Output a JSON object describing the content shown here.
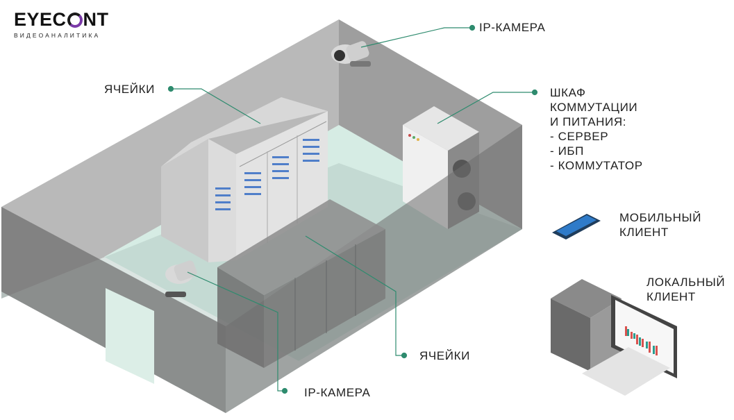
{
  "logo": {
    "brand_left": "EYEC",
    "brand_right": "NT",
    "tagline": "ВИДЕОАНАЛИТИКА",
    "accent": "#7b3aa8"
  },
  "labels": {
    "ip_camera_top": "IP-КАМЕРА",
    "cells_top": "ЯЧЕЙКИ",
    "cabinet": [
      "ШКАФ",
      "КОММУТАЦИИ",
      "И ПИТАНИЯ:",
      "- СЕРВЕР",
      "- ИБП",
      "- КОММУТАТОР"
    ],
    "mobile_client": [
      "МОБИЛЬНЫЙ",
      "КЛИЕНТ"
    ],
    "local_client": [
      "ЛОКАЛЬНЫЙ",
      "КЛИЕНТ"
    ],
    "cells_bottom": "ЯЧЕЙКИ",
    "ip_camera_bottom": "IP-КАМЕРА"
  },
  "colors": {
    "leader": "#2e8b6e",
    "room_wall": "#7d7d7d",
    "floor": "#cfe8df"
  }
}
